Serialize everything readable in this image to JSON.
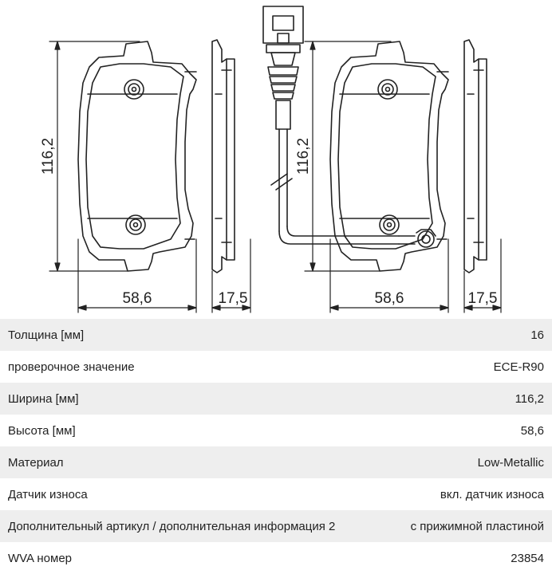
{
  "drawing": {
    "left_view": {
      "height_dim": "116,2",
      "width_dim": "58,6",
      "thickness_dim": "17,5"
    },
    "right_view": {
      "height_dim": "116,2",
      "width_dim": "58,6",
      "thickness_dim": "17,5"
    }
  },
  "specs": [
    {
      "label": "Толщина [мм]",
      "value": "16"
    },
    {
      "label": "проверочное значение",
      "value": "ECE-R90"
    },
    {
      "label": "Ширина [мм]",
      "value": "116,2"
    },
    {
      "label": "Высота [мм]",
      "value": "58,6"
    },
    {
      "label": "Материал",
      "value": "Low-Metallic"
    },
    {
      "label": "Датчик износа",
      "value": "вкл. датчик износа"
    },
    {
      "label": "Дополнительный артикул / дополнительная информация 2",
      "value": "с прижимной пластиной"
    },
    {
      "label": "WVA номер",
      "value": "23854"
    }
  ]
}
